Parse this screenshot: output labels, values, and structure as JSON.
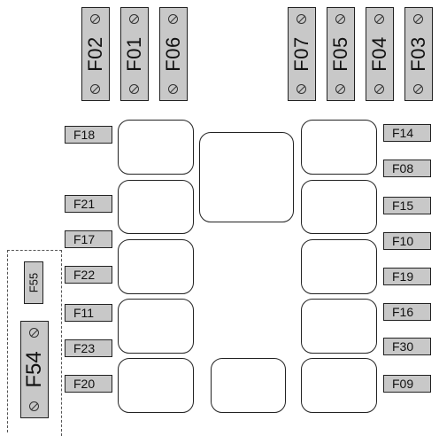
{
  "top_fuses": {
    "f02": "F02",
    "f01": "F01",
    "f06": "F06",
    "f07": "F07",
    "f05": "F05",
    "f04": "F04",
    "f03": "F03"
  },
  "left_fuses": {
    "f18": "F18",
    "f21": "F21",
    "f17": "F17",
    "f22": "F22",
    "f11": "F11",
    "f23": "F23",
    "f20": "F20"
  },
  "right_fuses": {
    "f14": "F14",
    "f08": "F08",
    "f15": "F15",
    "f10": "F10",
    "f19": "F19",
    "f16": "F16",
    "f30": "F30",
    "f09": "F09"
  },
  "side_box": {
    "f55": "F55",
    "f54": "F54"
  }
}
